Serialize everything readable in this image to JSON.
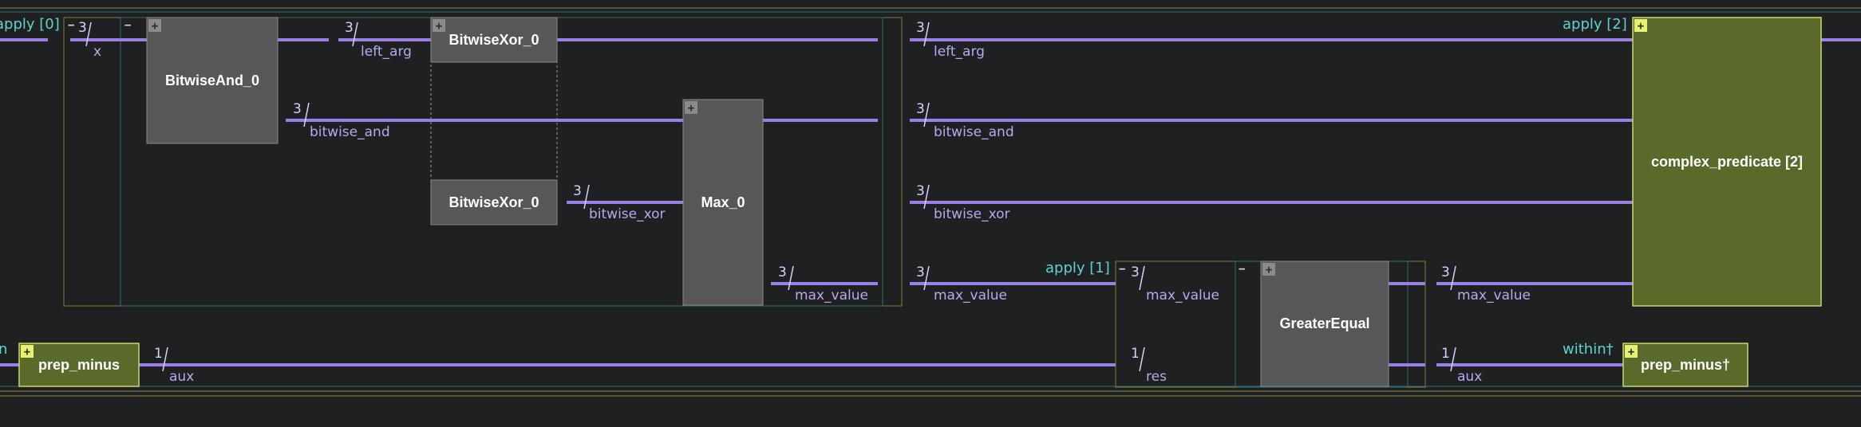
{
  "scopes": {
    "apply0": "apply [0]",
    "apply1": "apply [1]",
    "apply2": "apply [2]",
    "within": "within†",
    "left_cut": "n"
  },
  "controls": {
    "plus": "+",
    "minus": "−"
  },
  "boxes": {
    "bitwise_and": "BitwiseAnd_0",
    "xor_top": "BitwiseXor_0",
    "xor_bottom": "BitwiseXor_0",
    "max": "Max_0",
    "greater_equal": "GreaterEqual",
    "complex_predicate": "complex_predicate [2]",
    "prep_minus": "prep_minus",
    "prep_minus_dagger": "prep_minus†"
  },
  "wires": {
    "x": {
      "label": "x",
      "width": "3"
    },
    "left_arg_1": {
      "label": "left_arg",
      "width": "3"
    },
    "left_arg_2": {
      "label": "left_arg",
      "width": "3"
    },
    "bitwise_and_1": {
      "label": "bitwise_and",
      "width": "3"
    },
    "bitwise_and_2": {
      "label": "bitwise_and",
      "width": "3"
    },
    "bitwise_xor_1": {
      "label": "bitwise_xor",
      "width": "3"
    },
    "bitwise_xor_2": {
      "label": "bitwise_xor",
      "width": "3"
    },
    "max_value_1": {
      "label": "max_value",
      "width": "3"
    },
    "max_value_2": {
      "label": "max_value",
      "width": "3"
    },
    "max_value_3": {
      "label": "max_value",
      "width": "3"
    },
    "max_value_4": {
      "label": "max_value",
      "width": "3"
    },
    "aux_1": {
      "label": "aux",
      "width": "1"
    },
    "res": {
      "label": "res",
      "width": "1"
    },
    "aux_2": {
      "label": "aux",
      "width": "1"
    }
  },
  "colors": {
    "background": "#1f2021",
    "wire": "#9b7fe8",
    "gate": "#575757",
    "oracle": "#5a6a2a",
    "oracle_border": "#c8d86a",
    "scope_label": "#5fd2d2"
  }
}
